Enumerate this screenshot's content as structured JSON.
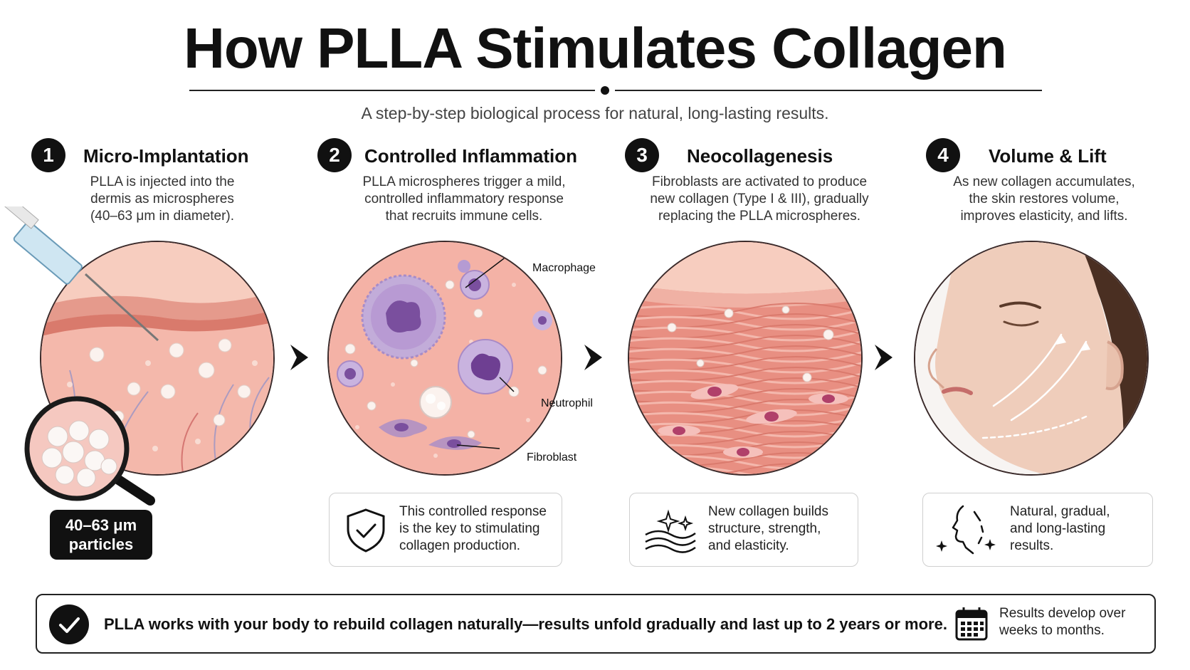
{
  "header": {
    "title": "How PLLA Stimulates Collagen",
    "subtitle": "A step-by-step biological process for natural, long-lasting results."
  },
  "steps": [
    {
      "number": "1",
      "title": "Micro-Implantation",
      "desc": [
        "PLLA is injected into the",
        "dermis as microspheres",
        "(40–63 μm in diameter)."
      ],
      "badge": [
        "40–63 μm",
        "particles"
      ]
    },
    {
      "number": "2",
      "title": "Controlled Inflammation",
      "desc": [
        "PLLA microspheres trigger a mild,",
        "controlled inflammatory response",
        "that recruits immune cells."
      ],
      "labels": {
        "macrophage": "Macrophage",
        "neutrophil": "Neutrophil",
        "fibroblast": "Fibroblast"
      },
      "card": [
        "This controlled response",
        "is the key to stimulating",
        "collagen production."
      ],
      "card_icon": "shield-check-icon"
    },
    {
      "number": "3",
      "title": "Neocollagenesis",
      "desc": [
        "Fibroblasts are activated to produce",
        "new collagen (Type I & III), gradually",
        "replacing the PLLA microspheres."
      ],
      "card": [
        "New collagen builds",
        "structure, strength,",
        "and elasticity."
      ],
      "card_icon": "sparkle-waves-icon"
    },
    {
      "number": "4",
      "title": "Volume & Lift",
      "desc": [
        "As new collagen accumulates,",
        "the skin restores volume,",
        "improves elasticity, and lifts."
      ],
      "card": [
        "Natural, gradual,",
        "and long-lasting",
        "results."
      ],
      "card_icon": "face-profile-icon"
    }
  ],
  "footer": {
    "main": "PLLA works with your body to rebuild collagen naturally—results unfold gradually and last up to 2 years or more.",
    "side": [
      "Results develop over",
      "weeks to months."
    ],
    "main_icon": "check-circle-icon",
    "side_icon": "calendar-icon"
  },
  "colors": {
    "skin": "#f2b3a8",
    "skin_dark": "#e08c80",
    "cell_purple": "#8a6cb8",
    "accent": "#111111"
  }
}
